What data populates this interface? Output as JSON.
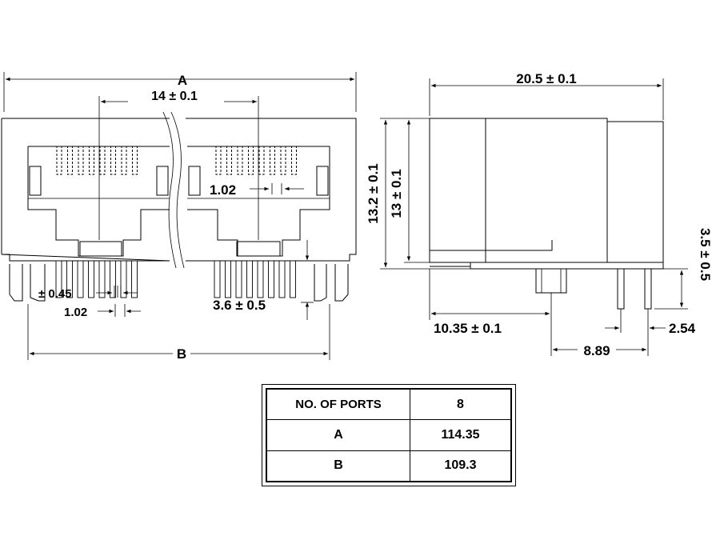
{
  "front_view": {
    "dim_overall": "A",
    "dim_port_pitch": "14 ± 0.1",
    "dim_pin_pitch_upper": "1.02",
    "dim_pin_width": "± 0.45",
    "dim_pin_pitch_lower": "1.02",
    "dim_pin_length": "3.6 ± 0.5",
    "dim_pin_span": "B"
  },
  "side_view": {
    "dim_depth": "20.5 ± 0.1",
    "dim_height_outer": "13.2 ± 0.1",
    "dim_height_inner": "13 ± 0.1",
    "dim_pin_height": "3.5 ± 0.5",
    "dim_offset": "10.35 ± 0.1",
    "dim_pin_row_spacing": "8.89",
    "dim_pin_pitch": "2.54"
  },
  "spec_table": {
    "header_label": "NO. OF  PORTS",
    "header_value": "8",
    "rows": [
      {
        "label": "A",
        "value": "114.35"
      },
      {
        "label": "B",
        "value": "109.3"
      }
    ]
  }
}
